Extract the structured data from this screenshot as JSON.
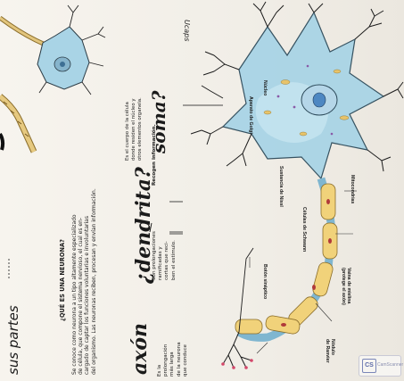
{
  "header": {
    "heading_partial": "sus partes",
    "corner_word": "Ucaps"
  },
  "intro": {
    "question": "¿QUÉ ES UNA NEURONA?",
    "lines": [
      "Se conoce como neurona a un tipo altamente especializado",
      "de célula, que compone el sistema nervioso, el cual es en-",
      "cargado de captar los funciones voluntarias e involuntarias",
      "del organismo. Las neuronas reciben, procesan y envían información."
    ]
  },
  "sections": {
    "dendrita": {
      "title": "¿dendrita?",
      "lines": [
        "Son prolongaciones",
        "ramificadas y",
        "cortas que reci-",
        "ben el estímulo."
      ],
      "note": "Recogen información."
    },
    "soma": {
      "title": "soma?",
      "lines": [
        "Es el cuerpo de la célula",
        "donde residen el núcleo y",
        "otros elementos organela."
      ]
    },
    "axon": {
      "title": "axón",
      "lines": [
        "Es la",
        "prolongación",
        "más larga",
        "de la neurona",
        "que conduce"
      ]
    }
  },
  "labels": {
    "nucleo": "Núcleo",
    "aparato": "Aparato de Golgi",
    "sustancia": "Sustancia de Nissl",
    "mitocondrias": "Mitocondrias",
    "celulas_schwann": "Células de Schwann",
    "boton": "Botón sináptico",
    "vaina": "Vaina de mielina",
    "vaina_sub": "(protege el axón)",
    "nodulo": "Nódulo",
    "nodulo_sub": "de Ranvier"
  },
  "watermark": {
    "logo": "CS",
    "text": "CamScanner"
  },
  "colors": {
    "cell": "#a9d4e6",
    "myelin": "#f1d27a",
    "ink": "#1b1b1b",
    "nucleus": "#4d87c2"
  }
}
